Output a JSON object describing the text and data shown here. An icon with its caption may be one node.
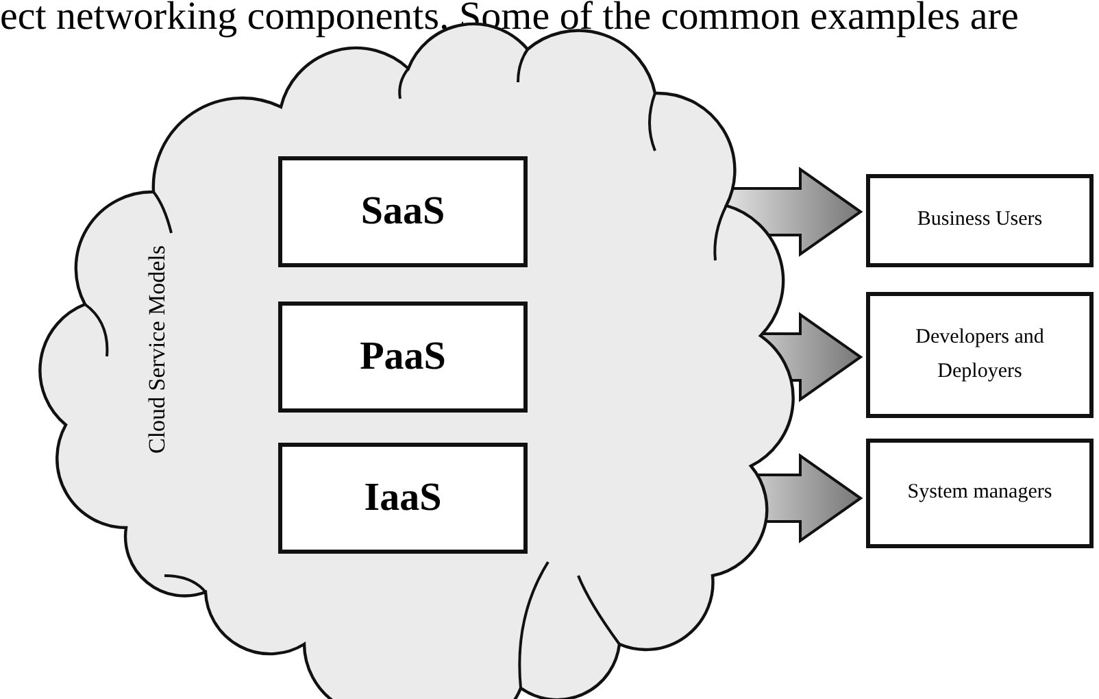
{
  "diagram": {
    "nodes": [
      {
        "text": [
          "Cloud Service Models"
        ]
      },
      {
        "text": [
          "SaaS"
        ],
        "in": 0
      },
      {
        "text": [
          "PaaS"
        ],
        "in": 0
      },
      {
        "text": [
          "IaaS"
        ],
        "in": 0
      },
      {
        "text": [
          "Business Users"
        ]
      },
      {
        "text": [
          "Developers and Deployers"
        ]
      },
      {
        "text": [
          "System managers"
        ]
      }
    ],
    "edges": [
      {
        "from": 1,
        "to": 4,
        "arrow": "to"
      },
      {
        "from": 2,
        "to": 5,
        "arrow": "to"
      },
      {
        "from": 3,
        "to": 6,
        "arrow": "to"
      }
    ],
    "labels": [
      "ect networking components. Some of the common examples are"
    ]
  }
}
